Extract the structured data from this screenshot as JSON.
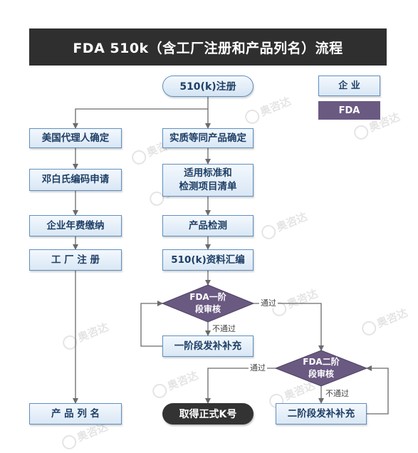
{
  "title": "FDA 510k（含工厂注册和产品列名）流程",
  "legend": {
    "company": "企 业",
    "fda": "FDA"
  },
  "start": "510(k)注册",
  "left_steps": [
    "美国代理人确定",
    "邓白氏编码申请",
    "企业年费缴纳",
    "工 厂 注 册",
    "产 品 列 名"
  ],
  "right_steps": {
    "equivalent": "实质等同产品确定",
    "standards_line1": "适用标准和",
    "standards_line2": "检测项目清单",
    "testing": "产品检测",
    "compile": "510(k)资料汇编"
  },
  "review1": {
    "line1": "FDA一阶",
    "line2": "段审核"
  },
  "supplement1": "一阶段发补补充",
  "review2": {
    "line1": "FDA二阶",
    "line2": "段审核"
  },
  "supplement2": "二阶段发补补充",
  "end": "取得正式K号",
  "edge_labels": {
    "pass": "通过",
    "fail": "不通过"
  },
  "watermark": "奥咨达"
}
